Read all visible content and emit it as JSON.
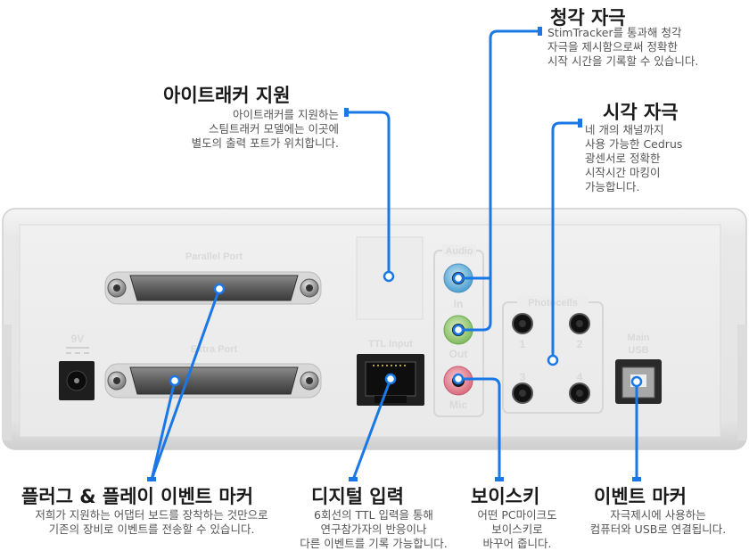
{
  "annotations": {
    "eyetracker": {
      "title": "아이트래커 지원",
      "desc": "아이트래커를 지원하는\n스팀트래커 모델에는 이곳에\n별도의 출력 포트가 위치합니다."
    },
    "audio": {
      "title": "청각 자극",
      "desc": "StimTracker를 통과해 청각\n자극을 제시함으로써 정확한\n시작 시간을 기록할 수 있습니다."
    },
    "visual": {
      "title": "시각 자극",
      "desc": "네 개의 채널까지\n사용 가능한 Cedrus\n광센서로 정확한\n시작시간 마킹이\n가능합니다."
    },
    "plugplay": {
      "title": "플러그 & 플레이 이벤트 마커",
      "desc": "저희가 지원하는 어댑터 보드를 장착하는 것만으로\n기존의 장비로 이벤트를 전송할 수 있습니다."
    },
    "digital": {
      "title": "디지털 입력",
      "desc": "6회선의 TTL 입력을 통해\n연구참가자의 반응이나\n다른 이벤트를 기록 가능합니다."
    },
    "voicekey": {
      "title": "보이스키",
      "desc": "어떤 PC마이크도\n보이스키로\n바꾸어 줍니다."
    },
    "eventmarker": {
      "title": "이벤트 마커",
      "desc": "자극제시에 사용하는\n컴퓨터와 USB로 연결됩니다."
    }
  },
  "panel": {
    "parallel_port": "Parallel Port",
    "extra_port": "Extra Port",
    "power": "9V",
    "ttl_input": "TTL Input",
    "audio": "Audio",
    "audio_in": "In",
    "audio_out": "Out",
    "audio_mic": "Mic",
    "photocells": "Photocells",
    "pc1": "1",
    "pc2": "2",
    "pc3": "3",
    "pc4": "4",
    "main": "Main",
    "usb": "USB"
  },
  "colors": {
    "accent": "#1a78e6",
    "jack_in": "#5aa8d8",
    "jack_out": "#8cc36a",
    "jack_mic": "#e07a8a"
  }
}
